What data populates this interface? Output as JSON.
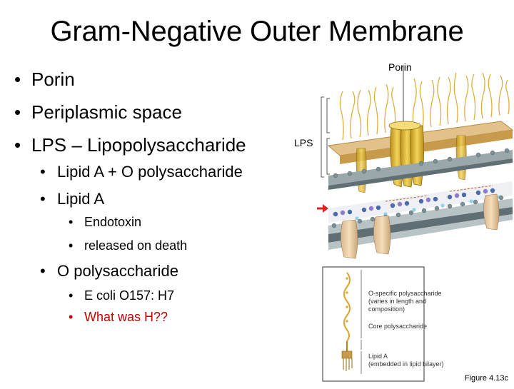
{
  "slide": {
    "title": "Gram-Negative Outer Membrane"
  },
  "bullets": {
    "porin": "Porin",
    "periplasmic": "Periplasmic space",
    "lps": "LPS – Lipopolysaccharide",
    "lipid_a_plus_o": "Lipid A + O polysaccharide",
    "lipid_a": "Lipid A",
    "endotoxin": "Endotoxin",
    "released": "released on death",
    "o_poly": "O polysaccharide",
    "ecoli": "E coli O157: H7",
    "what_h": "What was H??"
  },
  "figure": {
    "porin_label": "Porin",
    "lps_label": "LPS",
    "inset": {
      "o_specific": [
        "O-specific polysaccharide",
        "(varies in length and",
        "composition)"
      ],
      "core": "Core polysaccharide",
      "lipid_a": [
        "Lipid A",
        "(embedded in lipid bilayer)"
      ]
    },
    "caption": "Figure 4.13c"
  },
  "colors": {
    "accent_red": "#c00000",
    "porin_fill": "#e8c23a",
    "o_chain": "#d9a62a",
    "membrane_head": "#7b8e94",
    "lipoprotein_purple": "#8e7cc3",
    "arrow_red": "#e02020"
  }
}
